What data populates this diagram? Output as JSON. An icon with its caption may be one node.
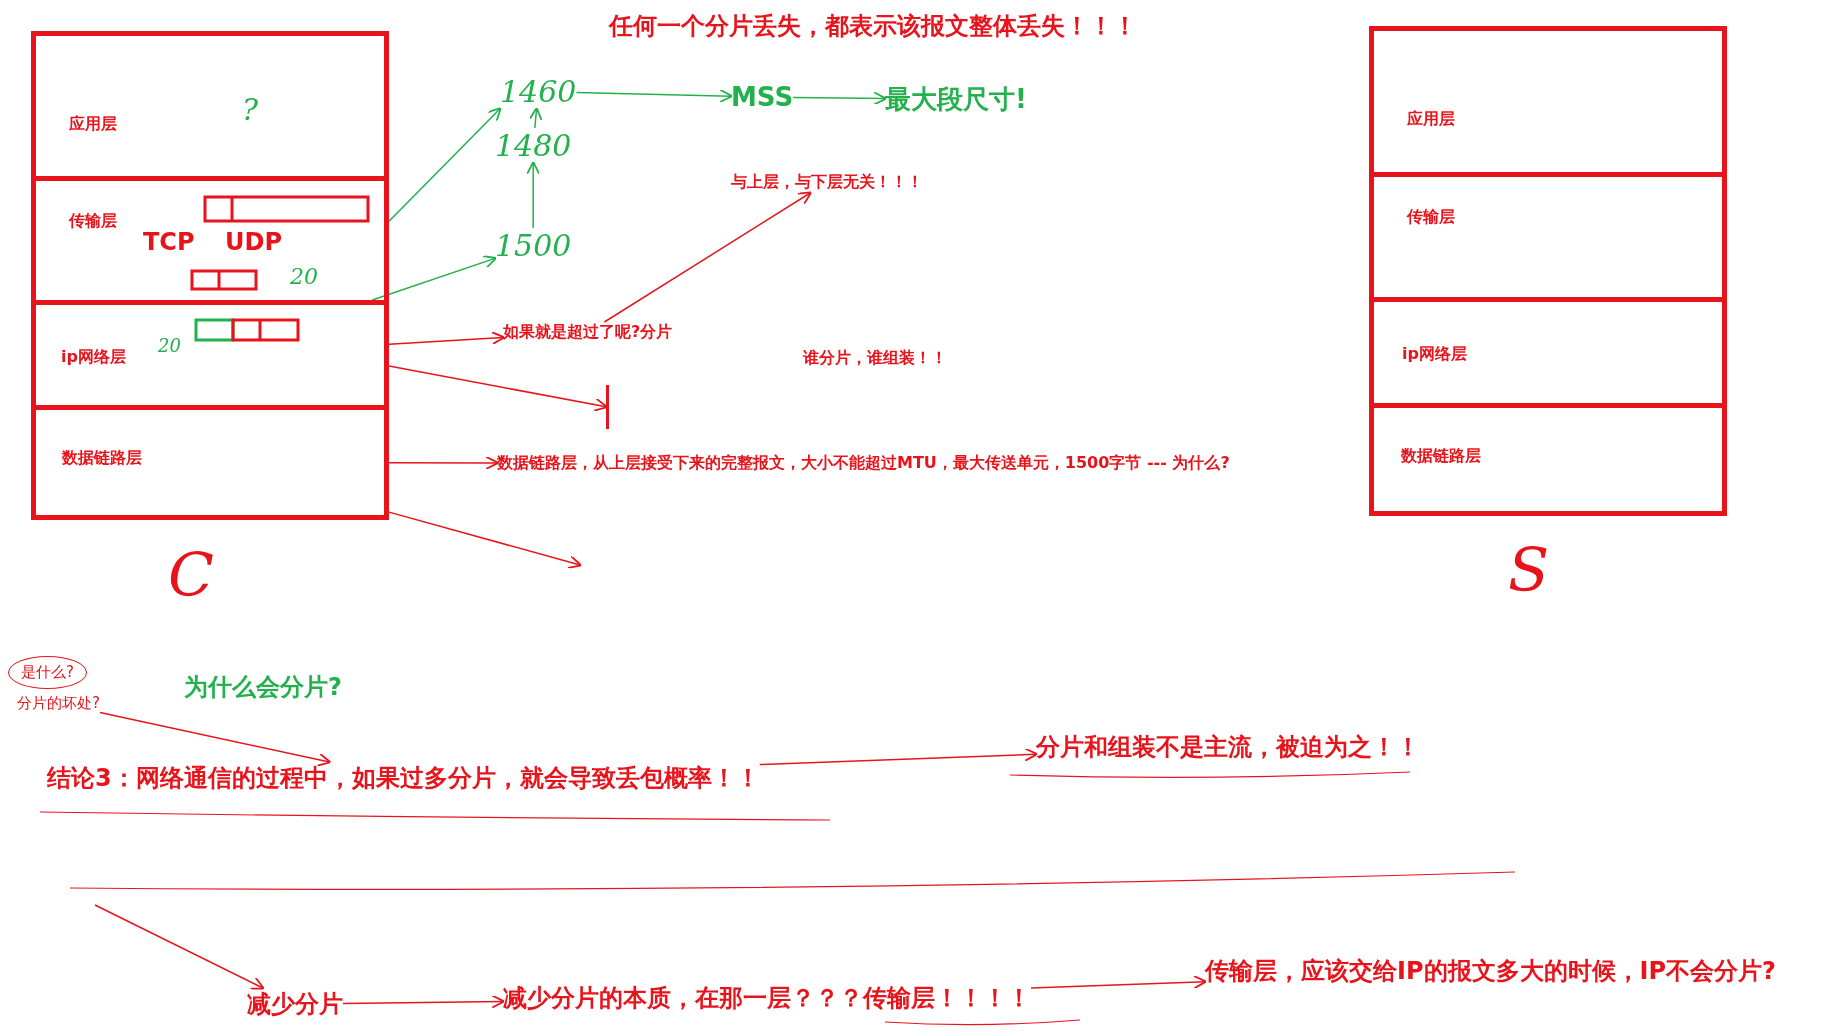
{
  "diagram": {
    "title": "任何一个分片丢失，都表示该报文整体丢失！！！",
    "nodes": [
      {
        "text": [
          "应用层"
        ]
      },
      {
        "text": [
          "传输层"
        ]
      },
      {
        "text": [
          "ip网络层"
        ]
      },
      {
        "text": [
          "数据链路层"
        ]
      },
      {
        "text": [
          "1460"
        ]
      },
      {
        "text": [
          "1480"
        ]
      },
      {
        "text": [
          "1500"
        ]
      },
      {
        "text": [
          "MSS"
        ]
      },
      {
        "text": [
          "最大段尺寸!"
        ]
      },
      {
        "text": [
          "与上层，与下层无关！！！"
        ]
      },
      {
        "text": [
          "如果就是超过了呢?分片"
        ]
      },
      {
        "text": [
          "数据链路层，从上层接受下来的完整报文，大小不能超过MTU，最大传送单元，1500字节 --- 为什么?"
        ]
      },
      {
        "text": [
          "应用层"
        ]
      },
      {
        "text": [
          "传输层"
        ]
      },
      {
        "text": [
          "ip网络层"
        ]
      },
      {
        "text": [
          "数据链路层"
        ]
      },
      {
        "text": [
          "是什么?"
        ]
      },
      {
        "text": [
          "分片的坏处?"
        ]
      },
      {
        "text": [
          "结论3：网络通信的过程中，如果过多分片，就会导致丢包概率！！"
        ]
      },
      {
        "text": [
          "分片和组装不是主流，被迫为之！！"
        ]
      },
      {
        "text": [
          "减少分片"
        ]
      },
      {
        "text": [
          "减少分片的本质，在那一层？？？传输层！！！！"
        ]
      },
      {
        "text": [
          "传输层，应该交给IP的报文多大的时候，IP不会分片?"
        ]
      },
      {
        "text": [],
        "shape": "bar"
      }
    ],
    "edges": [
      {
        "from": 1,
        "to": 4,
        "arrow": "to",
        "color": "#22b14c"
      },
      {
        "from": 2,
        "to": 6,
        "arrow": "to",
        "color": "#22b14c"
      },
      {
        "from": 5,
        "to": 4,
        "arrow": "to",
        "color": "#22b14c"
      },
      {
        "from": 6,
        "to": 5,
        "arrow": "to",
        "color": "#22b14c"
      },
      {
        "from": 4,
        "to": 7,
        "arrow": "to",
        "color": "#22b14c"
      },
      {
        "from": 7,
        "to": 8,
        "arrow": "to",
        "color": "#22b14c"
      },
      {
        "from": 2,
        "to": 10,
        "arrow": "to"
      },
      {
        "from": 10,
        "to": 9,
        "arrow": "to"
      },
      {
        "from": 2,
        "to": 23,
        "arrow": "to"
      },
      {
        "from": 3,
        "to": 11,
        "arrow": "to"
      },
      {
        "from": 3,
        "to": null,
        "arrow": "to"
      },
      {
        "from": 17,
        "to": 18,
        "arrow": "to"
      },
      {
        "from": 18,
        "to": 19,
        "arrow": "to"
      },
      {
        "from": null,
        "to": 20,
        "arrow": "to"
      },
      {
        "from": 20,
        "to": 21,
        "arrow": "to"
      },
      {
        "from": 21,
        "to": 22,
        "arrow": "to"
      }
    ],
    "labels": [
      "?",
      "TCP",
      "UDP",
      "20",
      "谁分片，谁组装！！",
      "20",
      "C",
      "S",
      "为什么会分片?"
    ]
  }
}
